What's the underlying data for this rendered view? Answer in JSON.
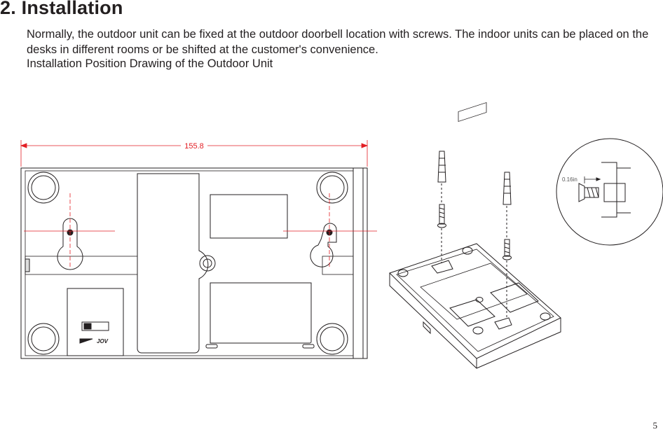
{
  "section": {
    "heading": "2. Installation",
    "paragraph": "Normally, the outdoor unit can be fixed at the outdoor doorbell location with screws. The indoor units can be placed on the desks in different rooms or be shifted at the customer's convenience.",
    "drawing_caption": "Installation Position Drawing of the Outdoor Unit"
  },
  "drawing": {
    "width_dimension": "155.8",
    "screw_gap_label": "0.16in",
    "switch_brand": "JOV",
    "dimension_color": "#e31e24",
    "line_color": "#231f20"
  },
  "page": {
    "number": "5"
  }
}
